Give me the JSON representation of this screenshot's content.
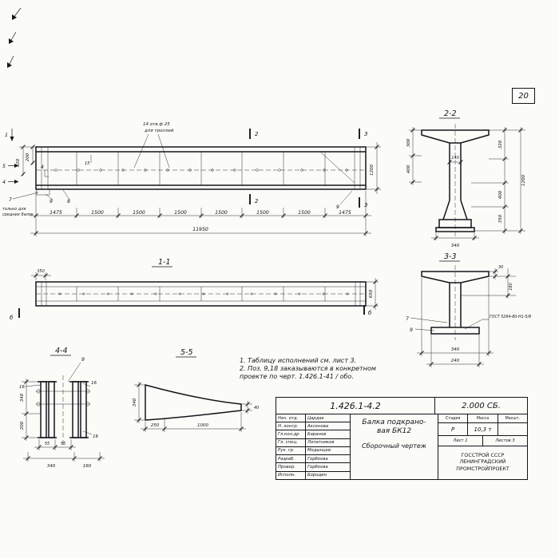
{
  "sheet": {
    "number": "20"
  },
  "elevation": {
    "callout1": "14 отв.ф 25",
    "callout2": "для троллей",
    "note1": "только для",
    "note2": "средних балок",
    "seg_dims": [
      "1475",
      "1500",
      "1500",
      "1500",
      "1500",
      "1500",
      "1500",
      "1475"
    ],
    "total": "11950",
    "d320": "320",
    "d200": "200",
    "d15": "15",
    "d1200": "1200",
    "m1": "1",
    "m2": "2",
    "m3": "3",
    "m4": "4",
    "m5": "5",
    "m7": "7",
    "m8": "8",
    "m9": "9"
  },
  "section11": {
    "title": "1-1",
    "d350": "350",
    "d650": "650",
    "mb": "б"
  },
  "section22": {
    "title": "2-2",
    "d300": "300",
    "d400": "400",
    "d140": "140",
    "d320": "320",
    "d400b": "400",
    "d350": "350",
    "d1200": "1200",
    "d340": "340"
  },
  "section33": {
    "title": "3-3",
    "d30": "30",
    "d180": "180",
    "d340": "340",
    "d240": "240",
    "weld_label": "ГОСТ 5264-80-Н1-5/8",
    "m7": "7",
    "m9": "9"
  },
  "section44": {
    "title": "4-4",
    "d340": "340",
    "d200": "200",
    "d55": "55",
    "d340b": "340",
    "d160": "160",
    "d16": "16",
    "m9": "9"
  },
  "section55": {
    "title": "5-5",
    "d340": "340",
    "d40": "40",
    "d250": "250",
    "d1000": "1000"
  },
  "notes": {
    "line1": "1. Таблицу исполнений см. лист 3.",
    "line2": "2. Поз. 9,18 заказываются в конкретном",
    "line3": "    проекте по черт. 1.426.1-41 / обо."
  },
  "titleblock": {
    "doc_number": "1.426.1-4.2",
    "doc_code": "2.000 СБ.",
    "title_line1": "Балка подкрано-",
    "title_line2": "вая  БК12",
    "title_line3": "Сборочный  чертеж",
    "headers": {
      "stage": "Стадия",
      "mass": "Масса",
      "scale": "Масшт."
    },
    "stage_val": "Р",
    "mass_val": "10,3 т",
    "scale_val": "",
    "sheet_label": "Лист 1",
    "sheets_label": "Листов 3",
    "org1": "ГОССТРОЙ СССР",
    "org2": "ЛЕНИНГРАДСКИЙ",
    "org3": "ПРОМСТРОЙПРОЕКТ",
    "rows": [
      {
        "role": "Нач. отд.",
        "name": "Цардак"
      },
      {
        "role": "Н. контр.",
        "name": "Аксенова"
      },
      {
        "role": "Гл.кон.др",
        "name": "Баранов"
      },
      {
        "role": "Гл. спец.",
        "name": "Лопатников"
      },
      {
        "role": "Рук. гр.",
        "name": "Медынцев"
      },
      {
        "role": "Разраб.",
        "name": "Горбеева"
      },
      {
        "role": "Провер.",
        "name": "Горбеева"
      },
      {
        "role": "Исполн.",
        "name": "Бородин"
      }
    ]
  }
}
